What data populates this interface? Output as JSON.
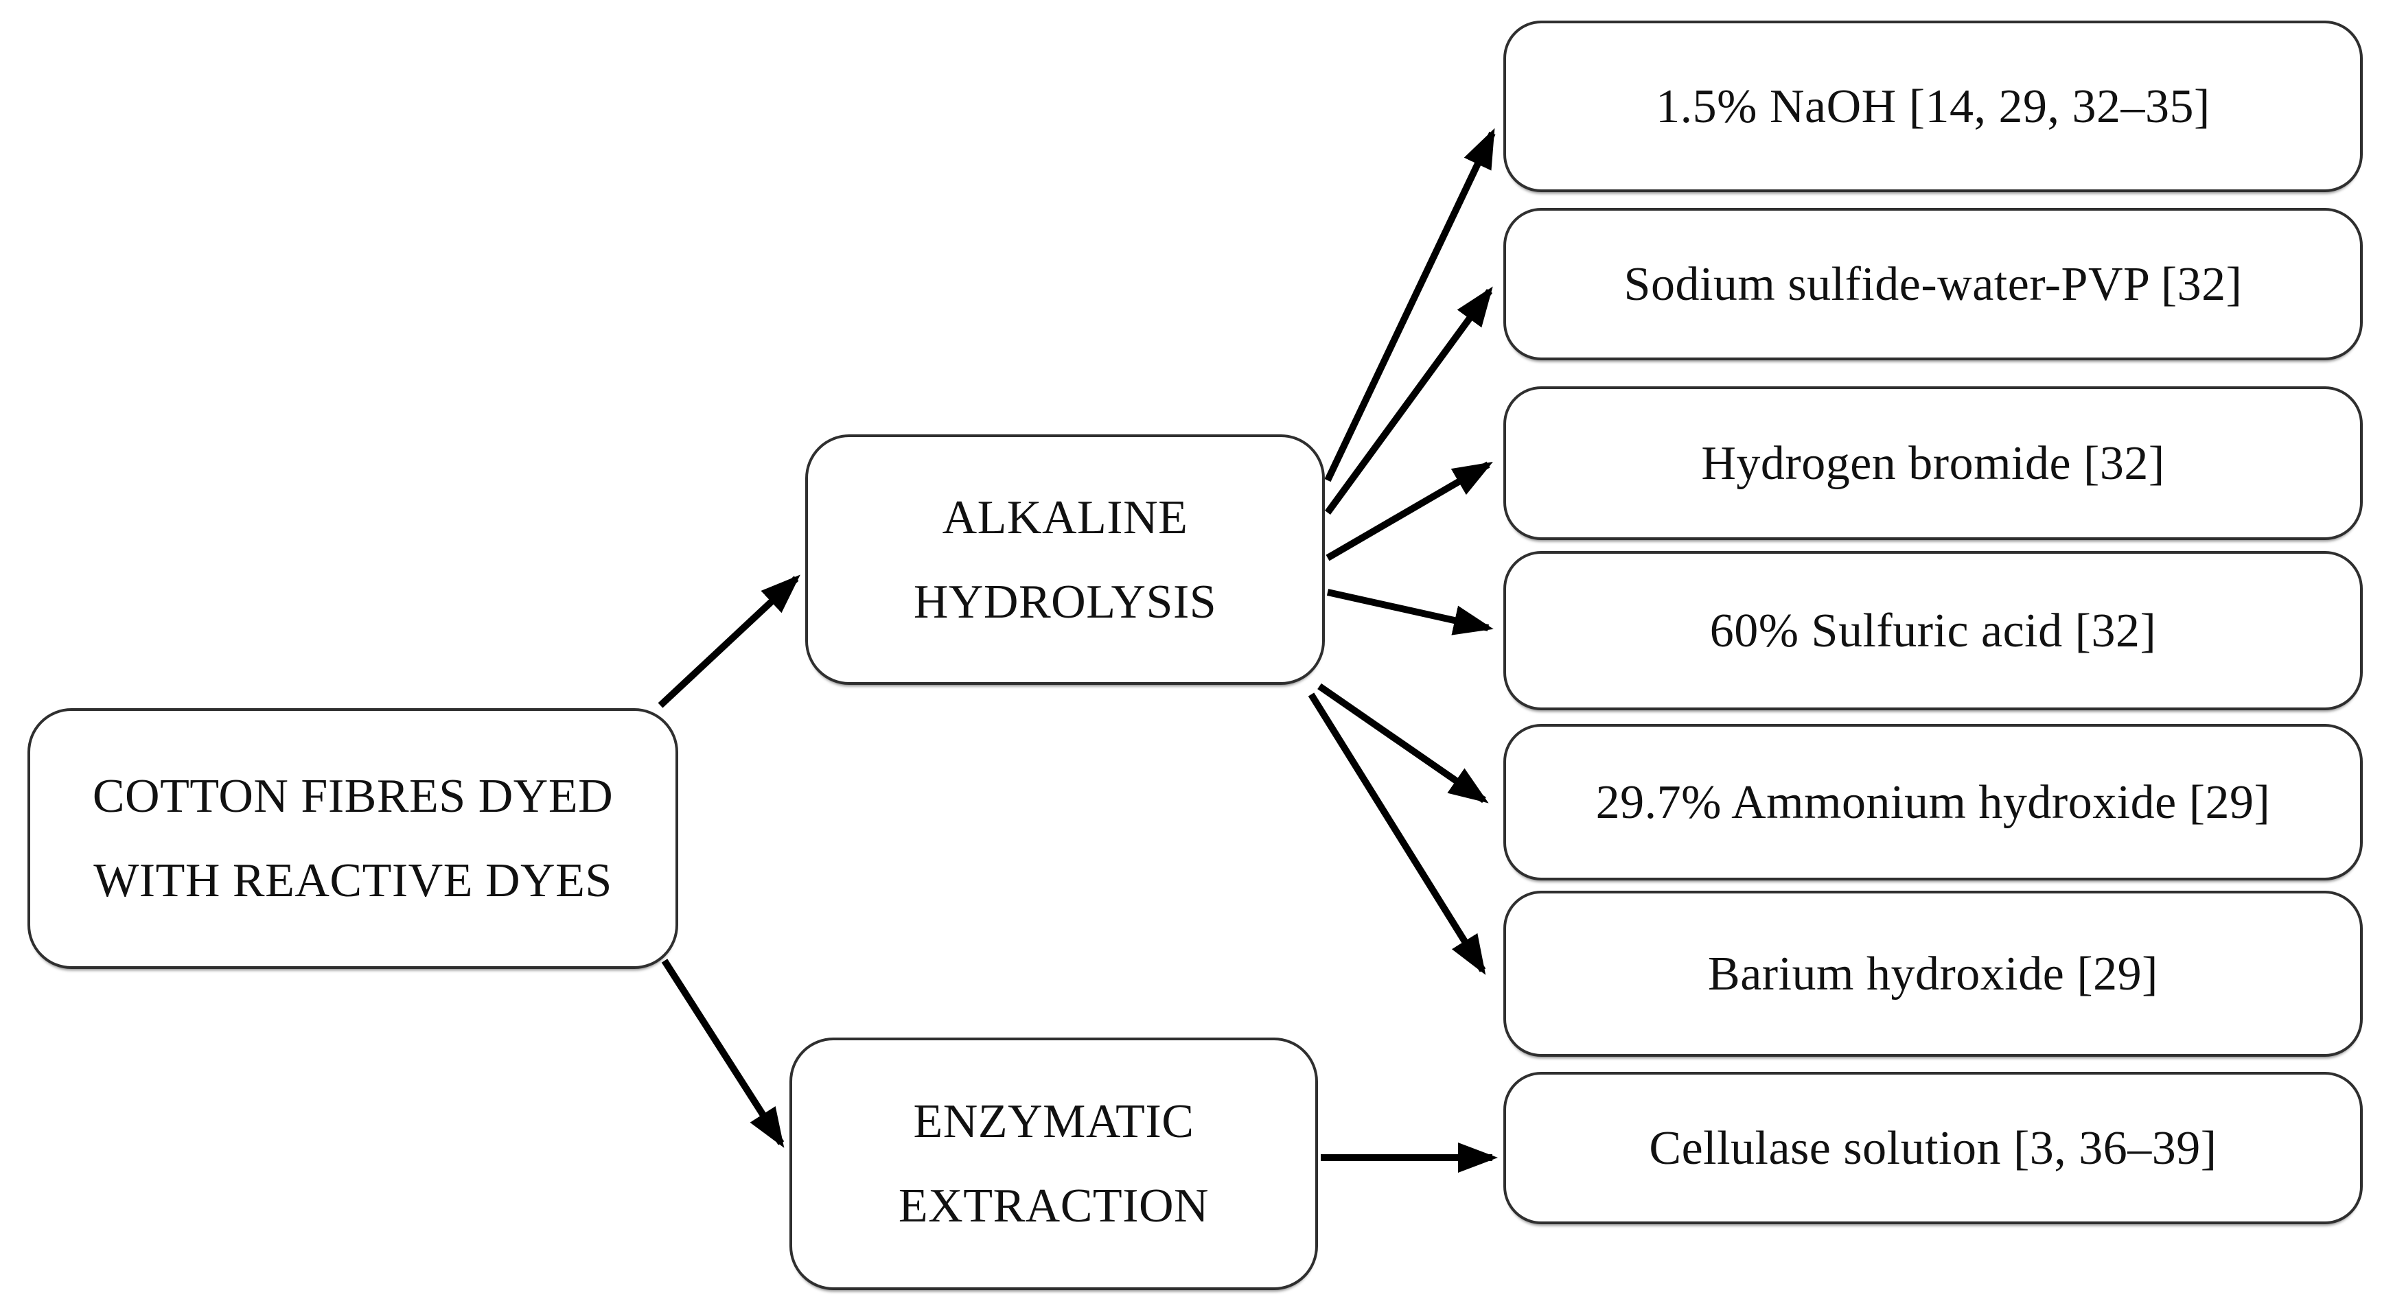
{
  "nodes": {
    "source": {
      "line1": "COTTON FIBRES DYED",
      "line2": "WITH REACTIVE DYES"
    },
    "alkaline": {
      "line1": "ALKALINE",
      "line2": "HYDROLYSIS"
    },
    "enzymatic": {
      "line1": "ENZYMATIC",
      "line2": "EXTRACTION"
    }
  },
  "reagents": [
    {
      "label": "1.5% NaOH [14, 29, 32–35]",
      "parent": "alkaline"
    },
    {
      "label": "Sodium sulfide-water-PVP [32]",
      "parent": "alkaline"
    },
    {
      "label": "Hydrogen bromide [32]",
      "parent": "alkaline"
    },
    {
      "label": "60% Sulfuric acid [32]",
      "parent": "alkaline"
    },
    {
      "label": "29.7% Ammonium hydroxide [29]",
      "parent": "alkaline"
    },
    {
      "label": "Barium hydroxide [29]",
      "parent": "alkaline"
    },
    {
      "label": "Cellulase solution [3, 36–39]",
      "parent": "enzymatic"
    }
  ],
  "colors": {
    "background": "#ffffff",
    "box_fill": "#ffffff",
    "box_border": "#2f2f2f",
    "text": "#111111",
    "arrow": "#000000"
  }
}
